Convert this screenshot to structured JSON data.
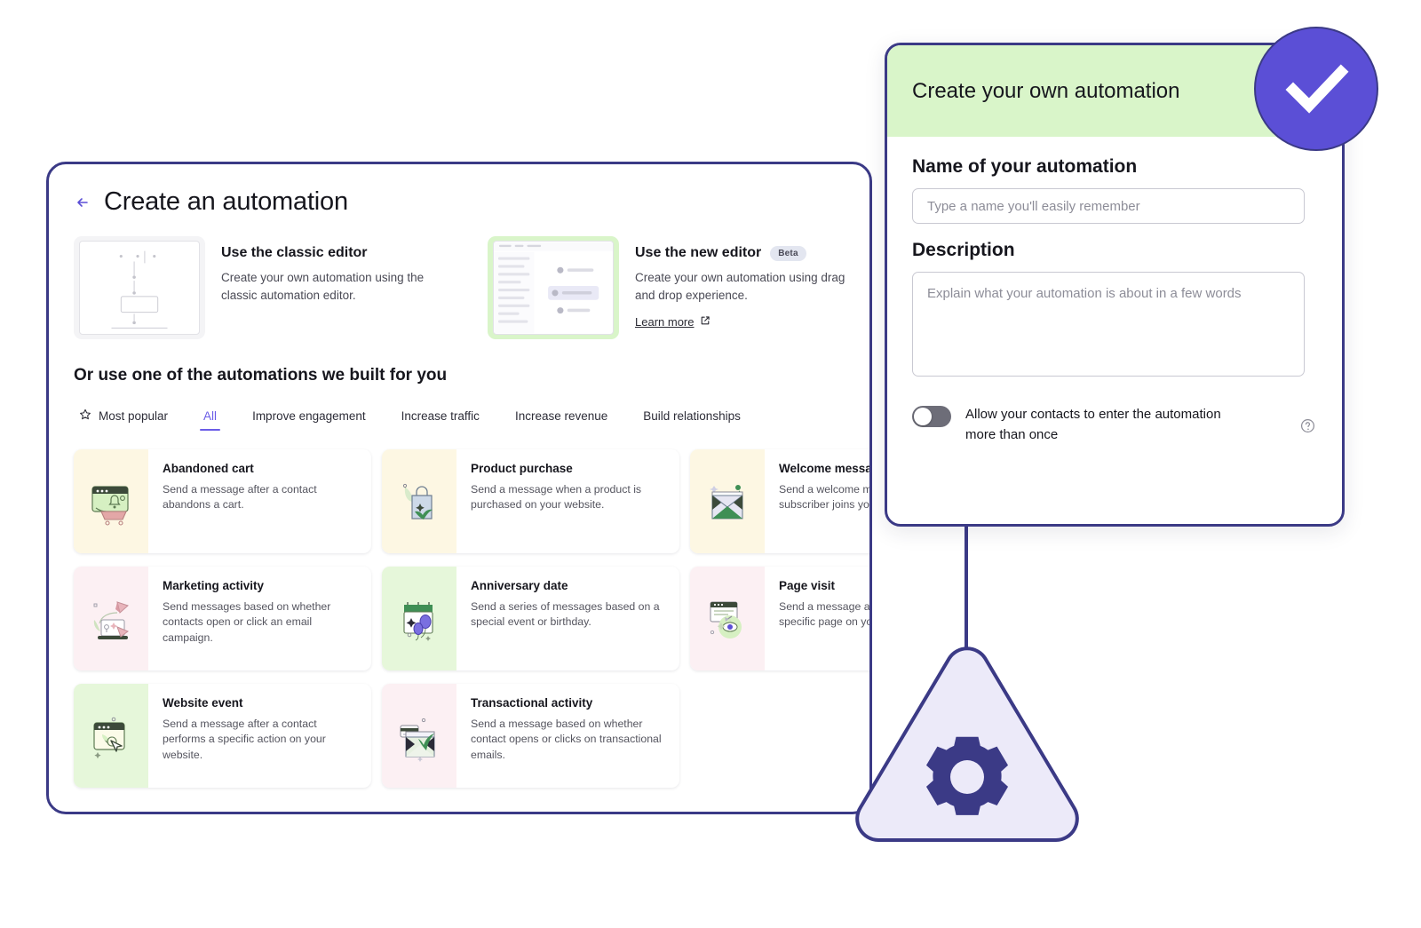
{
  "page": {
    "title": "Create an automation",
    "back_icon": "arrow-left-icon"
  },
  "editors": [
    {
      "title": "Use the classic editor",
      "badge": null,
      "desc": "Create your own automation using the classic automation editor.",
      "link": null,
      "thumb_style": "plain"
    },
    {
      "title": "Use the new editor",
      "badge": "Beta",
      "desc": "Create your own automation using drag and drop experience.",
      "link": "Learn more",
      "link_icon": "external-link-icon",
      "thumb_style": "green"
    }
  ],
  "section": {
    "title": "Or use one of the automations we built for you"
  },
  "tabs": [
    {
      "label": "Most popular",
      "icon": "star-icon",
      "active": false
    },
    {
      "label": "All",
      "icon": null,
      "active": true
    },
    {
      "label": "Improve engagement",
      "icon": null,
      "active": false
    },
    {
      "label": "Increase traffic",
      "icon": null,
      "active": false
    },
    {
      "label": "Increase revenue",
      "icon": null,
      "active": false
    },
    {
      "label": "Build relationships",
      "icon": null,
      "active": false
    }
  ],
  "automations": [
    {
      "title": "Abandoned cart",
      "desc": "Send a message after a contact abandons a cart.",
      "icon_bg": "#fdf7e3",
      "icon": "cart-bell-icon"
    },
    {
      "title": "Product purchase",
      "desc": "Send a message when a product is purchased on your website.",
      "icon_bg": "#fdf7e3",
      "icon": "shopping-bag-icon"
    },
    {
      "title": "Welcome message",
      "desc": "Send a welcome message when a subscriber joins your list.",
      "icon_bg": "#fdf7e3",
      "icon": "envelope-icon"
    },
    {
      "title": "Marketing activity",
      "desc": "Send messages based on whether contacts open or click an email campaign.",
      "icon_bg": "#fcf0f3",
      "icon": "paper-plane-laptop-icon"
    },
    {
      "title": "Anniversary date",
      "desc": "Send a series of messages based on a special event or birthday.",
      "icon_bg": "#e6f7da",
      "icon": "calendar-balloons-icon"
    },
    {
      "title": "Page visit",
      "desc": "Send a message after a contact visits a specific page on your website.",
      "icon_bg": "#fcf0f3",
      "icon": "browser-eye-icon"
    },
    {
      "title": "Website event",
      "desc": "Send a message after a contact performs a specific action on your website.",
      "icon_bg": "#e6f7da",
      "icon": "browser-cursor-icon"
    },
    {
      "title": "Transactional activity",
      "desc": "Send a message based on whether contact opens or clicks on transactional emails.",
      "icon_bg": "#fcf0f3",
      "icon": "envelope-card-icon"
    }
  ],
  "modal": {
    "header": "Create your own automation",
    "name_label": "Name of your automation",
    "name_value": "",
    "name_placeholder": "Type a name you'll easily remember",
    "description_label": "Description",
    "description_value": "",
    "description_placeholder": "Explain what your automation is about in a few words",
    "toggle_label": "Allow your contacts to enter the automation more than once",
    "toggle_on": false,
    "help_icon": "question-mark-icon"
  },
  "badges": {
    "check": "check-circle-icon",
    "gear": "gear-triangle-icon"
  },
  "colors": {
    "brand_purple": "#5b4fd6",
    "border_indigo": "#3b3a86",
    "accent_green": "#d9f5c9",
    "tab_active": "#6b5ce7"
  }
}
